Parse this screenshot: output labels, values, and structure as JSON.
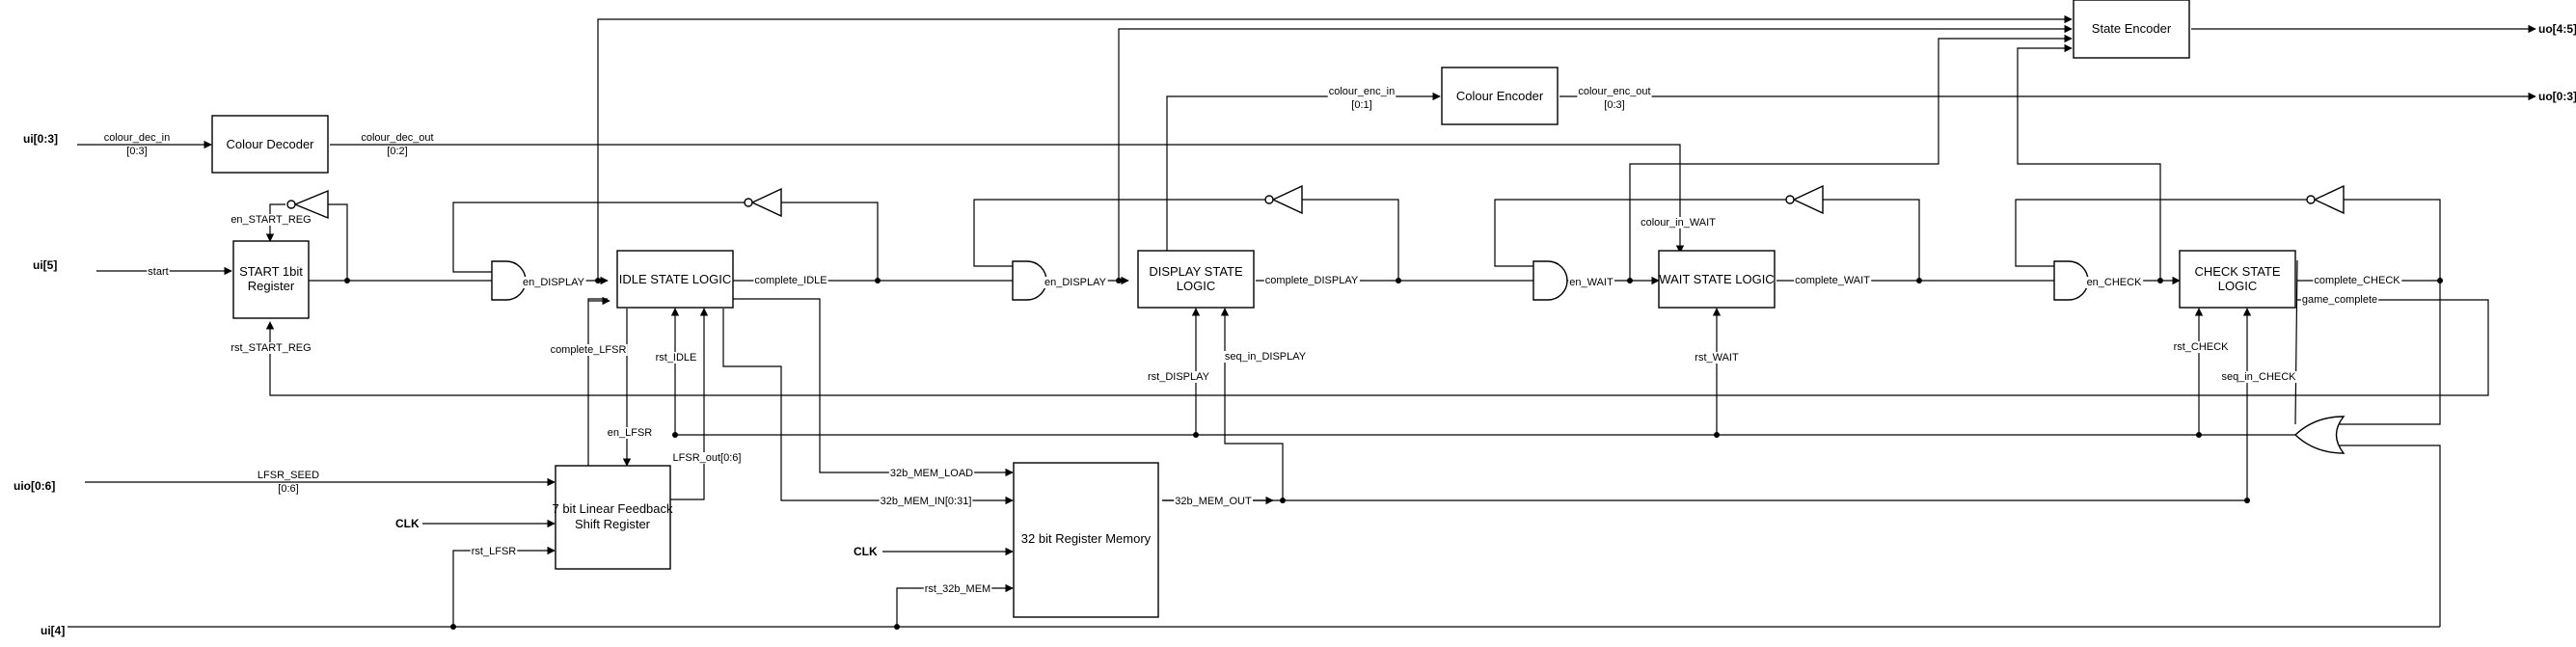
{
  "blocks": {
    "colour_decoder": "Colour Decoder",
    "colour_encoder": "Colour Encoder",
    "state_encoder": "State Encoder",
    "start_reg": [
      "START 1bit",
      "Register"
    ],
    "idle": "IDLE STATE LOGIC",
    "display": [
      "DISPLAY STATE",
      "LOGIC"
    ],
    "wait": "WAIT STATE LOGIC",
    "check": [
      "CHECK STATE",
      "LOGIC"
    ],
    "lfsr": [
      "7 bit Linear Feedback",
      "Shift Register"
    ],
    "mem": "32 bit Register Memory"
  },
  "ports": {
    "ui_0_3": "ui[0:3]",
    "ui_5": "ui[5]",
    "uio_0_6": "uio[0:6]",
    "ui_4": "ui[4]",
    "clk_lfsr": "CLK",
    "clk_mem": "CLK",
    "uo_4_5": "uo[4:5]",
    "uo_0_3": "uo[0:3]"
  },
  "signals": {
    "colour_dec_in": [
      "colour_dec_in",
      "[0:3]"
    ],
    "colour_dec_out": [
      "colour_dec_out",
      "[0:2]"
    ],
    "colour_enc_in": [
      "colour_enc_in",
      "[0:1]"
    ],
    "colour_enc_out": [
      "colour_enc_out",
      "[0:3]"
    ],
    "colour_in_wait": "colour_in_WAIT",
    "en_start_reg": "en_START_REG",
    "rst_start_reg": "rst_START_REG",
    "start": "start",
    "en_display_1": "en_DISPLAY",
    "en_display_2": "en_DISPLAY",
    "en_wait": "en_WAIT",
    "en_check": "en_CHECK",
    "complete_idle": "complete_IDLE",
    "complete_display": "complete_DISPLAY",
    "complete_wait": "complete_WAIT",
    "complete_check": "complete_CHECK",
    "game_complete": "game_complete",
    "complete_lfsr": "complete_LFSR",
    "rst_idle": "rst_IDLE",
    "rst_display": "rst_DISPLAY",
    "seq_in_display": "seq_in_DISPLAY",
    "rst_wait": "rst_WAIT",
    "rst_check": "rst_CHECK",
    "seq_in_check": "seq_in_CHECK",
    "en_lfsr": "en_LFSR",
    "lfsr_out": "LFSR_out[0:6]",
    "lfsr_seed": [
      "LFSR_SEED",
      "[0:6]"
    ],
    "rst_lfsr": "rst_LFSR",
    "mem_load": "32b_MEM_LOAD",
    "mem_in": "32b_MEM_IN[0:31]",
    "mem_out": "32b_MEM_OUT",
    "rst_mem": "rst_32b_MEM"
  }
}
